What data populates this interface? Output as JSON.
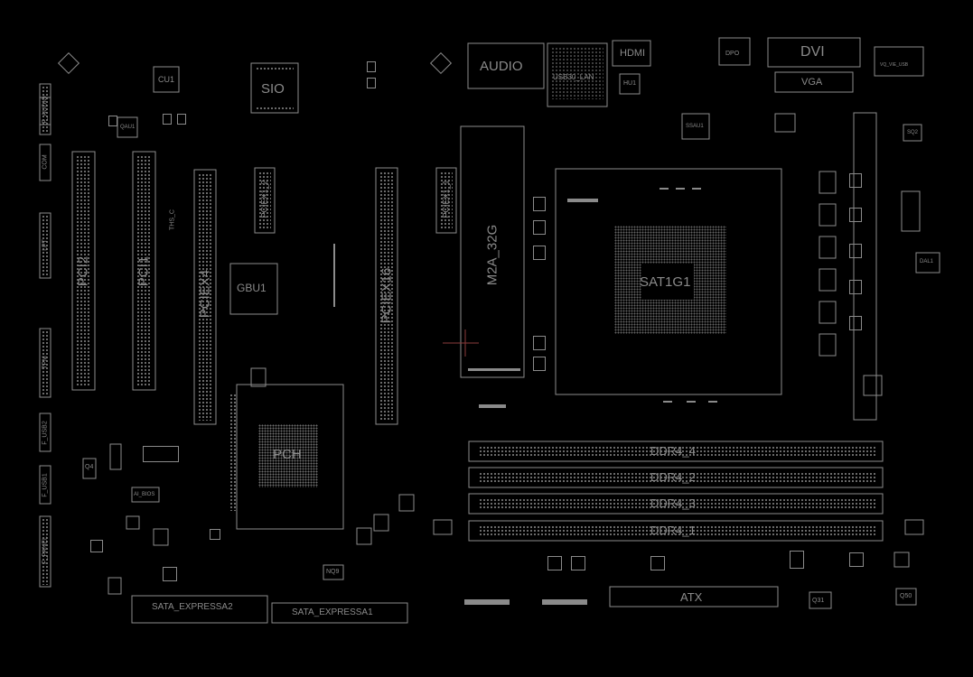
{
  "board": {
    "background": "#000000",
    "line_color": "#8c8c8c",
    "text_color": "#8a8a8a"
  },
  "labels": {
    "pci2": "PCI2",
    "pci1": "PCI1",
    "pciex4": "PCIEX4",
    "pciex16": "PCIEX16",
    "pciex1_2": "PCIEX1_2",
    "pciex1_1": "PCIEX1_1",
    "m2a": "M2A_32G",
    "gbu1": "GBU1",
    "sio": "SIO",
    "cu1": "CU1",
    "audio": "AUDIO",
    "usb30_lan": "USB30_LAN",
    "hdmi": "HDMI",
    "hu1": "HU1",
    "dvi": "DVI",
    "vga": "VGA",
    "dpo": "DPO",
    "cpu": "SAT1G1",
    "ssau1": "SSAU1",
    "ddr4_4": "DDR4_4",
    "ddr4_2": "DDR4_2",
    "ddr4_3": "DDR4_3",
    "ddr4_1": "DDR4_1",
    "atx": "ATX",
    "pch": "PCH",
    "sata_expressa2": "SATA_EXPRESSA2",
    "sata_expressa1": "SATA_EXPRESSA1",
    "ths_c": "THS_C",
    "ai_bios": "AI_BIOS",
    "q4": "Q4",
    "q31": "Q31",
    "q50": "Q50",
    "nq9": "NQ9",
    "dal1": "DAL1",
    "qau1": "QAU1",
    "f_panel": "F_PANEL",
    "f_usb1": "F_USB1",
    "f_usb2": "F_USB2",
    "f_audio": "F_AUDIO",
    "com": "COM",
    "lpt": "LPT",
    "tpm": "TPM",
    "sq2": "SQ2",
    "vq_usb": "VQ_VIE_USB"
  }
}
